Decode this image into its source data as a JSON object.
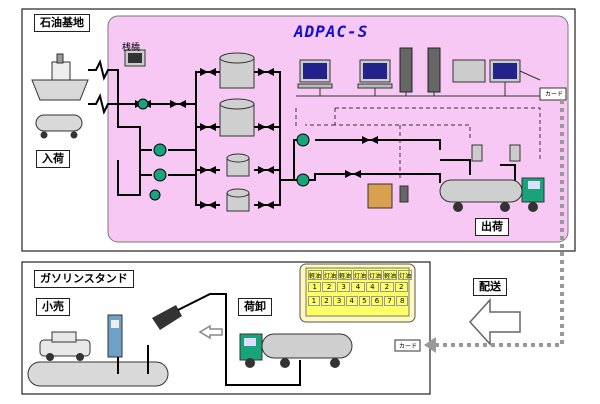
{
  "system_title": "ADPAC-S",
  "labels": {
    "base": "石油基地",
    "inbound": "入荷",
    "outbound": "出荷",
    "machine": "桟橋",
    "station": "ガソリンスタンド",
    "retail": "小売",
    "unloading": "荷卸",
    "delivery": "配送",
    "card": "カード"
  },
  "panel": {
    "top_row": [
      "軽油",
      "灯油",
      "軽油",
      "灯油",
      "灯油",
      "軽油",
      "灯油"
    ],
    "mid_row": [
      "1",
      "2",
      "3",
      "4",
      "4",
      "2",
      "2"
    ],
    "keypad": [
      "1",
      "2",
      "3",
      "4",
      "5",
      "6",
      "7",
      "8"
    ]
  },
  "colors": {
    "pink_area": "#f8c8f4",
    "pipe": "#000000",
    "flow": "#333333",
    "dotted_route": "#999999",
    "tank": "#cfcfcf",
    "truck_cab": "#19a37a",
    "panel": "#ffff66"
  }
}
